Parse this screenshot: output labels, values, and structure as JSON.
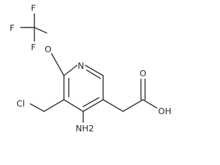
{
  "molecule": {
    "atoms": {
      "f_top": "F",
      "f_left": "F",
      "f_bottom": "F",
      "o_ether": "O",
      "n_ring": "N",
      "cl": "Cl",
      "nh2": "NH2",
      "o_carbonyl": "O",
      "oh": "OH"
    }
  }
}
